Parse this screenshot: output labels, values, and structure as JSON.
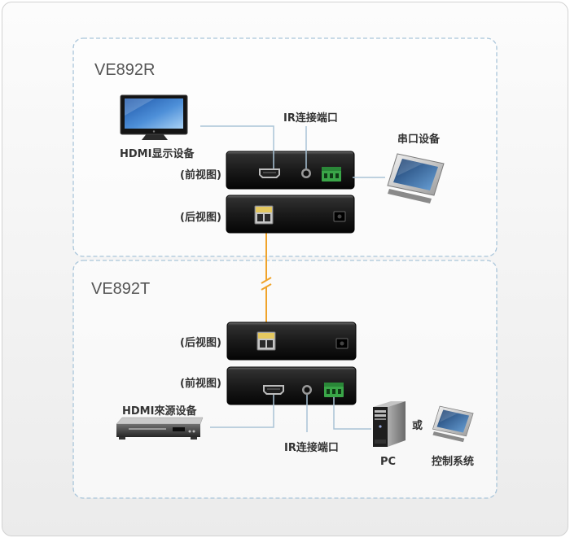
{
  "diagram": {
    "receiver": {
      "title": "VE892R",
      "display_device_label": "HDMI显示设备",
      "ir_port_label": "IR连接端口",
      "serial_device_label": "串口设备",
      "front_view_label": "(前视图)",
      "rear_view_label": "(后视图)"
    },
    "transmitter": {
      "title": "VE892T",
      "rear_view_label": "(后视图)",
      "front_view_label": "(前视图)",
      "source_device_label": "HDMI來源设备",
      "ir_port_label": "IR连接端口",
      "pc_label": "PC",
      "or_label": "或",
      "control_system_label": "控制系统"
    }
  },
  "icons": {
    "display": "tv-monitor-icon",
    "serial_device": "touch-panel-icon",
    "source": "dvd-player-icon",
    "pc": "pc-tower-icon",
    "control_system": "touch-panel-icon",
    "hdmi_port": "hdmi-port-icon",
    "ir_port": "ir-jack-icon",
    "serial_port": "terminal-block-icon",
    "fiber_port": "fiber-port-icon",
    "power_port": "dc-power-jack-icon"
  },
  "colors": {
    "connector_line": "#a9c3d6",
    "fiber_cable": "#f0a32a",
    "section_border": "#a9c5da",
    "device_body": "#1a1a1a",
    "terminal_block": "#3aa648",
    "label_text": "#333333",
    "title_text": "#555555"
  }
}
